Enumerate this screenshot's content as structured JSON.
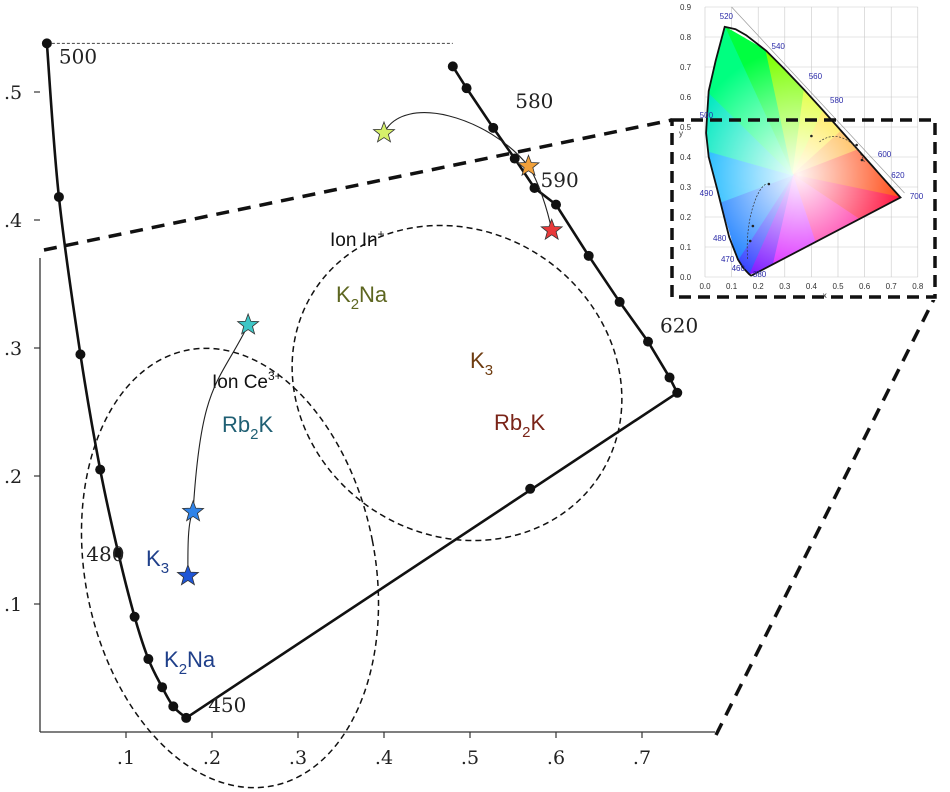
{
  "chart_data": {
    "type": "scatter",
    "title": "",
    "xlabel": "",
    "ylabel": "",
    "xlim": [
      0,
      0.8
    ],
    "ylim": [
      0,
      0.55
    ],
    "x_ticks": [
      {
        "value": 0.1,
        "label": ".1"
      },
      {
        "value": 0.2,
        "label": ".2"
      },
      {
        "value": 0.3,
        "label": ".3"
      },
      {
        "value": 0.4,
        "label": ".4"
      },
      {
        "value": 0.5,
        "label": ".5"
      },
      {
        "value": 0.6,
        "label": ".6"
      },
      {
        "value": 0.7,
        "label": ".7"
      }
    ],
    "y_ticks": [
      {
        "value": 0.1,
        "label": ".1"
      },
      {
        "value": 0.2,
        "label": ".2"
      },
      {
        "value": 0.3,
        "label": ".3"
      },
      {
        "value": 0.4,
        "label": ".4"
      },
      {
        "value": 0.5,
        "label": ".5"
      }
    ],
    "locus": [
      {
        "x": 0.008,
        "y": 0.538
      },
      {
        "x": 0.022,
        "y": 0.418
      },
      {
        "x": 0.047,
        "y": 0.295
      },
      {
        "x": 0.07,
        "y": 0.205
      },
      {
        "x": 0.091,
        "y": 0.14
      },
      {
        "x": 0.11,
        "y": 0.09
      },
      {
        "x": 0.126,
        "y": 0.057
      },
      {
        "x": 0.142,
        "y": 0.035
      },
      {
        "x": 0.155,
        "y": 0.02
      },
      {
        "x": 0.17,
        "y": 0.011
      },
      {
        "x": 0.57,
        "y": 0.19
      },
      {
        "x": 0.741,
        "y": 0.265
      },
      {
        "x": 0.732,
        "y": 0.277
      },
      {
        "x": 0.707,
        "y": 0.305
      },
      {
        "x": 0.674,
        "y": 0.336
      },
      {
        "x": 0.638,
        "y": 0.372
      },
      {
        "x": 0.6,
        "y": 0.412
      },
      {
        "x": 0.575,
        "y": 0.425
      },
      {
        "x": 0.552,
        "y": 0.448
      },
      {
        "x": 0.527,
        "y": 0.472
      },
      {
        "x": 0.496,
        "y": 0.503
      },
      {
        "x": 0.48,
        "y": 0.52
      }
    ],
    "wavelength_labels": [
      {
        "label": "500",
        "x": 0.008,
        "y": 0.538
      },
      {
        "label": "480",
        "x": 0.091,
        "y": 0.14
      },
      {
        "label": "450",
        "x": 0.17,
        "y": 0.011
      },
      {
        "label": "580",
        "x": 0.527,
        "y": 0.472
      },
      {
        "label": "590",
        "x": 0.575,
        "y": 0.425
      },
      {
        "label": "620",
        "x": 0.707,
        "y": 0.305
      }
    ],
    "groups": [
      {
        "label": "Ion Ce",
        "sup": "3+"
      },
      {
        "label": "Ion In",
        "sup": "+"
      }
    ],
    "series": [
      {
        "name": "K2Na",
        "label": "K",
        "sub": "2",
        "tail": "Na",
        "group": 0,
        "x": 0.172,
        "y": 0.122,
        "color": "#1f55d6"
      },
      {
        "name": "K3",
        "label": "K",
        "sub": "3",
        "tail": "",
        "group": 0,
        "x": 0.178,
        "y": 0.172,
        "color": "#2f83e8"
      },
      {
        "name": "Rb2K",
        "label": "Rb",
        "sub": "2",
        "tail": "K",
        "group": 0,
        "x": 0.242,
        "y": 0.318,
        "color": "#3fc6c6"
      },
      {
        "name": "K2Na",
        "label": "K",
        "sub": "2",
        "tail": "Na",
        "group": 1,
        "x": 0.4,
        "y": 0.468,
        "color": "#d6f06a"
      },
      {
        "name": "K3",
        "label": "K",
        "sub": "3",
        "tail": "",
        "group": 1,
        "x": 0.568,
        "y": 0.442,
        "color": "#f2a13a"
      },
      {
        "name": "Rb2K",
        "label": "Rb",
        "sub": "2",
        "tail": "K",
        "group": 1,
        "x": 0.595,
        "y": 0.392,
        "color": "#e8393a"
      }
    ],
    "inset": {
      "type": "chromaticity",
      "x_ticks": [
        "0.0",
        "0.1",
        "0.2",
        "0.3",
        "0.4",
        "0.5",
        "0.6",
        "0.7",
        "0.8"
      ],
      "y_ticks": [
        "0.0",
        "0.1",
        "0.2",
        "0.3",
        "0.4",
        "0.5",
        "0.6",
        "0.7",
        "0.8",
        "0.9"
      ],
      "wavelength_labels": [
        "520",
        "540",
        "560",
        "580",
        "600",
        "620",
        "700",
        "500",
        "490",
        "480",
        "470",
        "460",
        "380"
      ],
      "xlabel": "x",
      "ylabel": "y"
    }
  }
}
